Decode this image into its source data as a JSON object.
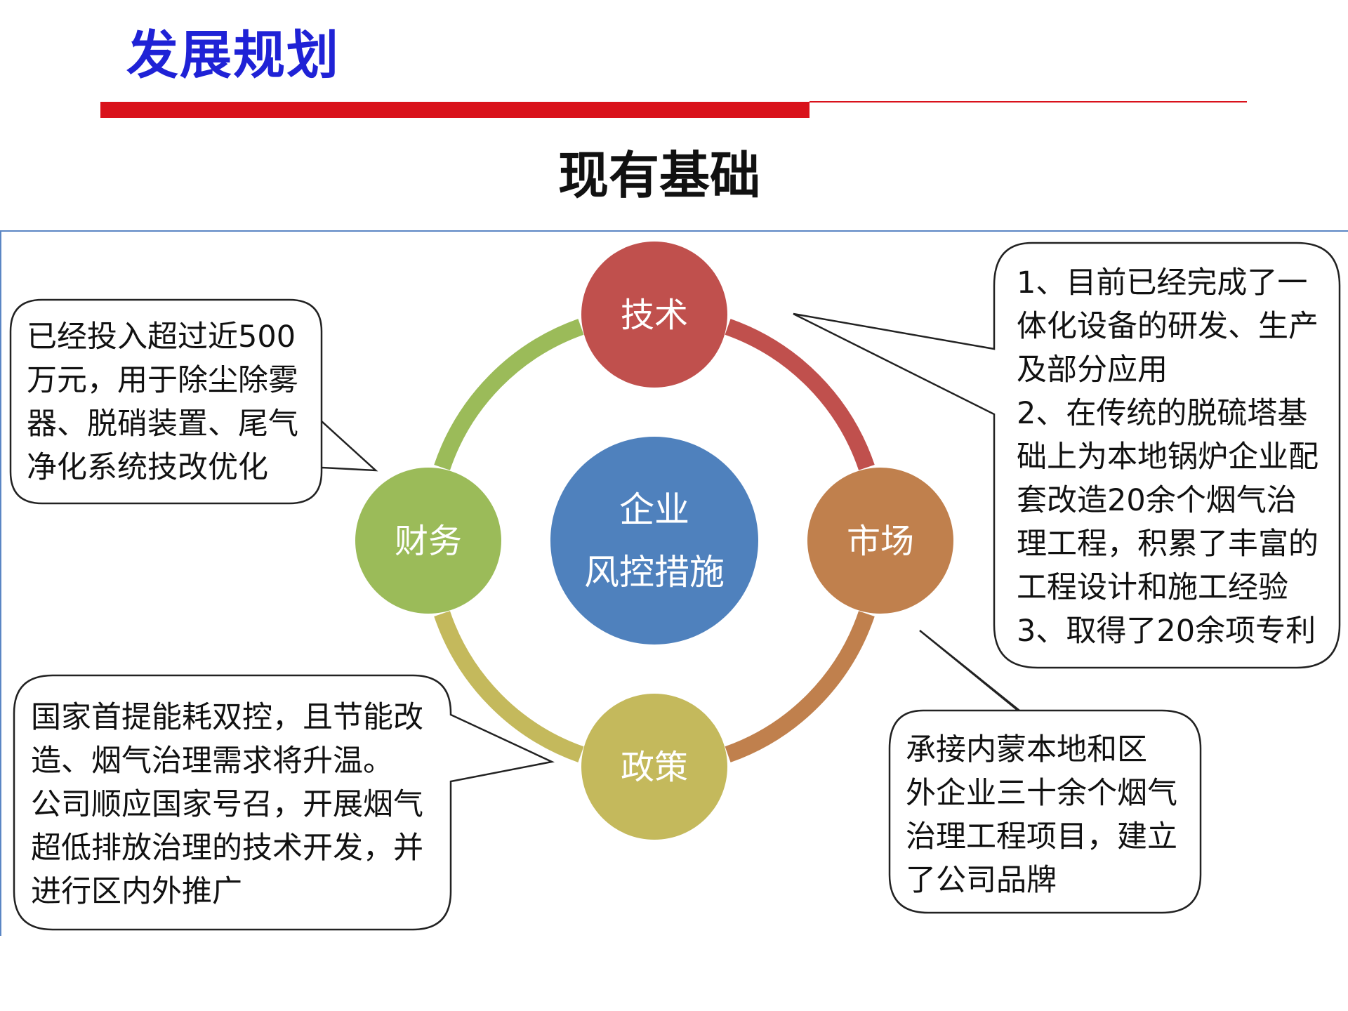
{
  "header": {
    "title": "发展规划",
    "subtitle": "现有基础"
  },
  "diagram": {
    "center": {
      "line1": "企业",
      "line2": "风控措施",
      "color": "#4f81bd"
    },
    "nodes": {
      "tech": {
        "label": "技术",
        "color": "#c0504d"
      },
      "market": {
        "label": "市场",
        "color": "#c0804d"
      },
      "policy": {
        "label": "政策",
        "color": "#c4b95c"
      },
      "finance": {
        "label": "财务",
        "color": "#9bbb59"
      }
    },
    "colors": {
      "ring_tech_market": "#c0504d",
      "ring_market_policy": "#c0804d",
      "ring_policy_finance": "#c4b95c",
      "ring_finance_tech": "#9bbb59",
      "title_blue": "#1f22d6",
      "accent_red": "#d9121b",
      "frame_blue": "#5b86c4"
    }
  },
  "callouts": {
    "finance": "已经投入超过近500\n万元，用于除尘除雾\n器、脱硝装置、尾气\n净化系统技改优化",
    "tech": "1、目前已经完成了一\n体化设备的研发、生产\n及部分应用\n2、在传统的脱硫塔基\n础上为本地锅炉企业配\n套改造20余个烟气治\n理工程，积累了丰富的\n工程设计和施工经验\n3、取得了20余项专利",
    "policy": "国家首提能耗双控，且节能改\n造、烟气治理需求将升温。\n公司顺应国家号召，开展烟气\n超低排放治理的技术开发，并\n进行区内外推广",
    "market": " 承接内蒙本地和区\n外企业三十余个烟气\n治理工程项目，建立\n了公司品牌"
  }
}
